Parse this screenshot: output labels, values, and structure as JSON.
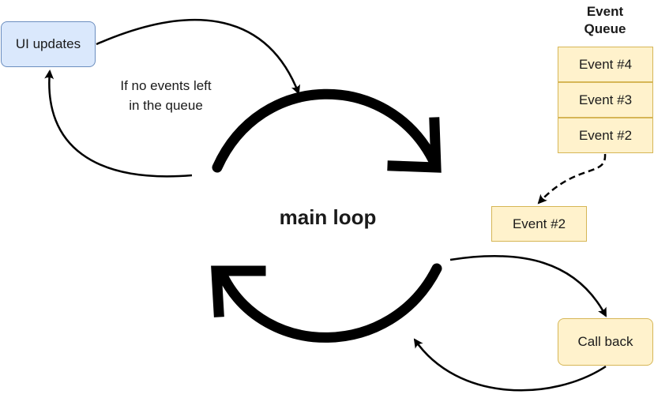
{
  "ui_updates": {
    "label": "UI updates"
  },
  "note": {
    "line1": "If no events left",
    "line2": "in the queue"
  },
  "main_loop": {
    "label": "main loop"
  },
  "event_queue": {
    "title_line1": "Event",
    "title_line2": "Queue",
    "items": [
      "Event #4",
      "Event #3",
      "Event #2"
    ]
  },
  "dequeued_event": {
    "label": "Event #2"
  },
  "callback": {
    "label": "Call back"
  },
  "colors": {
    "ui_fill": "#dae8fc",
    "ui_stroke": "#6c8ebf",
    "queue_fill": "#fff2cc",
    "queue_stroke": "#d6b656",
    "arrow": "#000000"
  }
}
